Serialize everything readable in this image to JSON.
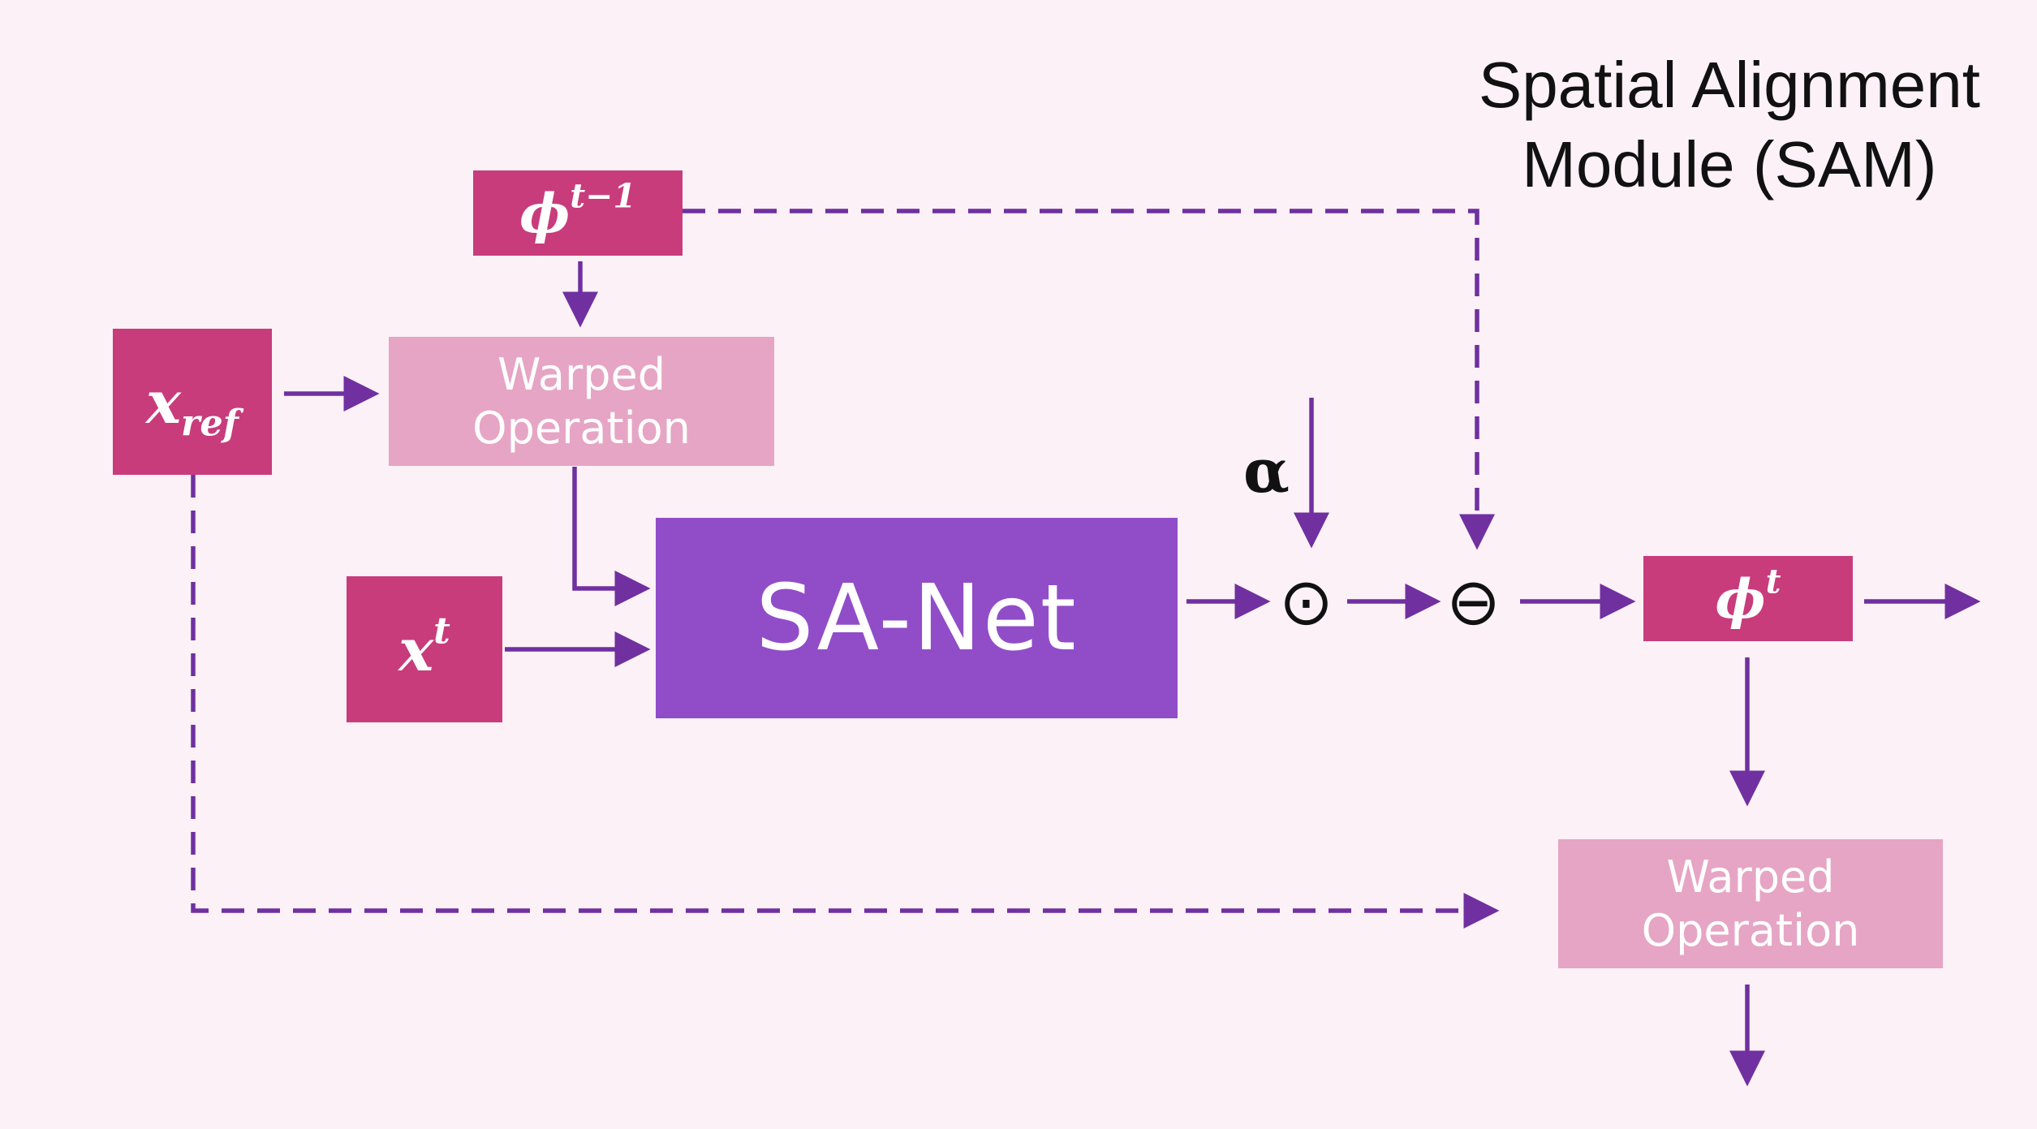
{
  "title": {
    "line1": "Spatial Alignment",
    "line2": "Module (SAM)"
  },
  "nodes": {
    "phi_prev": {
      "base": "ϕ",
      "sup": "t−1"
    },
    "x_ref": {
      "base": "x",
      "sub": "ref"
    },
    "x_t": {
      "base": "x",
      "sup": "t"
    },
    "phi_t": {
      "base": "ϕ",
      "sup": "t"
    },
    "warp_top": {
      "line1": "Warped",
      "line2": "Operation"
    },
    "warp_bottom": {
      "line1": "Warped",
      "line2": "Operation"
    },
    "sa_net": {
      "label": "SA-Net"
    },
    "alpha": "α",
    "odot": "⊙",
    "ominus": "⊖"
  },
  "colors": {
    "variable_box": "#c83c7c",
    "operation_box": "#e6a5c4",
    "network_box": "#914dc8",
    "arrow": "#7030a0",
    "background": "#fbf1f6"
  }
}
